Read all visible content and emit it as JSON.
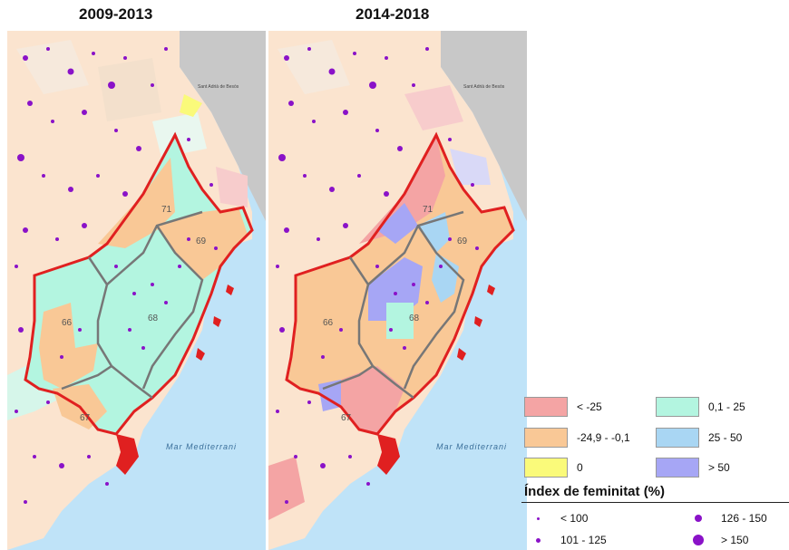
{
  "titles": {
    "left": "2009-2013",
    "right": "2014-2018"
  },
  "map_labels": {
    "neighbour_town": "Sant Adrià de Besòs",
    "sea": "Mar Mediterrani",
    "districts": [
      "66",
      "67",
      "68",
      "69",
      "71"
    ]
  },
  "legend": {
    "change_classes": [
      {
        "label": "< -25",
        "color": "#f4a4a4"
      },
      {
        "label": "0,1 - 25",
        "color": "#b3f5e0"
      },
      {
        "label": "-24,9 - -0,1",
        "color": "#f9c896"
      },
      {
        "label": "25 - 50",
        "color": "#a9d6f3"
      },
      {
        "label": "0",
        "color": "#fafa7a"
      },
      {
        "label": "> 50",
        "color": "#a6a6f5"
      }
    ],
    "index_title": "Índex de feminitat (%)",
    "index_classes": [
      {
        "label": "< 100"
      },
      {
        "label": "126 - 150"
      },
      {
        "label": "101 - 125"
      },
      {
        "label": "> 150"
      }
    ],
    "dot_color": "#8a12c8"
  },
  "colors": {
    "sea": "#bfe3f8",
    "land_grey": "#c8c8c8",
    "study_border": "#e02020",
    "district_border": "#777777"
  }
}
